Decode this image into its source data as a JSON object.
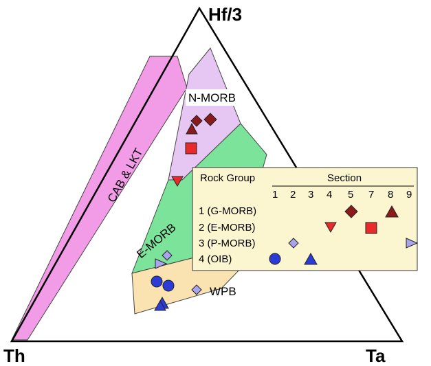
{
  "apex_labels": {
    "top": "Hf/3",
    "left": "Th",
    "right": "Ta"
  },
  "field_labels": {
    "cab_lkt": "CAB & LKT",
    "n_morb": "N-MORB",
    "e_morb": "E-MORB",
    "wpb": "WPB"
  },
  "field_colors": {
    "cab_lkt": "#f29be6",
    "n_morb": "#e6c6f2",
    "e_morb": "#7be39a",
    "wpb": "#fbe3b1"
  },
  "legend": {
    "title": "Rock Group",
    "section_title": "Section",
    "section_numbers": [
      "1",
      "2",
      "3",
      "4",
      "5",
      "7",
      "8",
      "9"
    ],
    "groups": [
      "1 (G-MORB)",
      "2 (E-MORB)",
      "3 (P-MORB)",
      "4 (OIB)"
    ],
    "background": "#fbf6cf"
  },
  "symbols": {
    "section_1": {
      "shape": "circle",
      "color": "#2a3bd6"
    },
    "section_2": {
      "shape": "diamond",
      "color": "#a9a4ec"
    },
    "section_3": {
      "shape": "triangle-up",
      "color": "#2a3bd6"
    },
    "section_4": {
      "shape": "triangle-down",
      "color": "#ea2a2a"
    },
    "section_5": {
      "shape": "diamond",
      "color": "#8b1a1a"
    },
    "section_7": {
      "shape": "square",
      "color": "#ea2a2a"
    },
    "section_8": {
      "shape": "triangle-up",
      "color": "#8b1a1a"
    },
    "section_9": {
      "shape": "triangle-right",
      "color": "#a9a4ec"
    }
  }
}
